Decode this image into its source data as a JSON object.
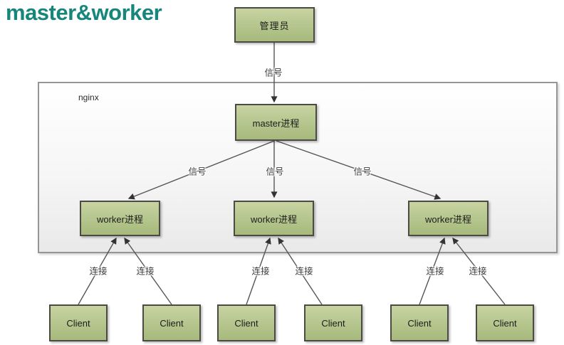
{
  "title": "master&worker",
  "container": {
    "label": "nginx"
  },
  "nodes": {
    "admin": "管理员",
    "master": "master进程",
    "workers": [
      "worker进程",
      "worker进程",
      "worker进程"
    ],
    "clients": [
      "Client",
      "Client",
      "Client",
      "Client",
      "Client",
      "Client"
    ]
  },
  "edge_labels": {
    "admin_signal": "信号",
    "signals": [
      "信号",
      "信号",
      "信号"
    ],
    "connections": [
      "连接",
      "连接",
      "连接",
      "连接",
      "连接",
      "连接"
    ]
  },
  "colors": {
    "title": "#16867B",
    "node_fill_top": "#C8D3A2",
    "node_fill_bottom": "#A7B97C",
    "node_border": "#4B4B44",
    "container_border": "#959595",
    "container_fill_bottom": "#E9E9E9",
    "edge_line": "#565656"
  }
}
